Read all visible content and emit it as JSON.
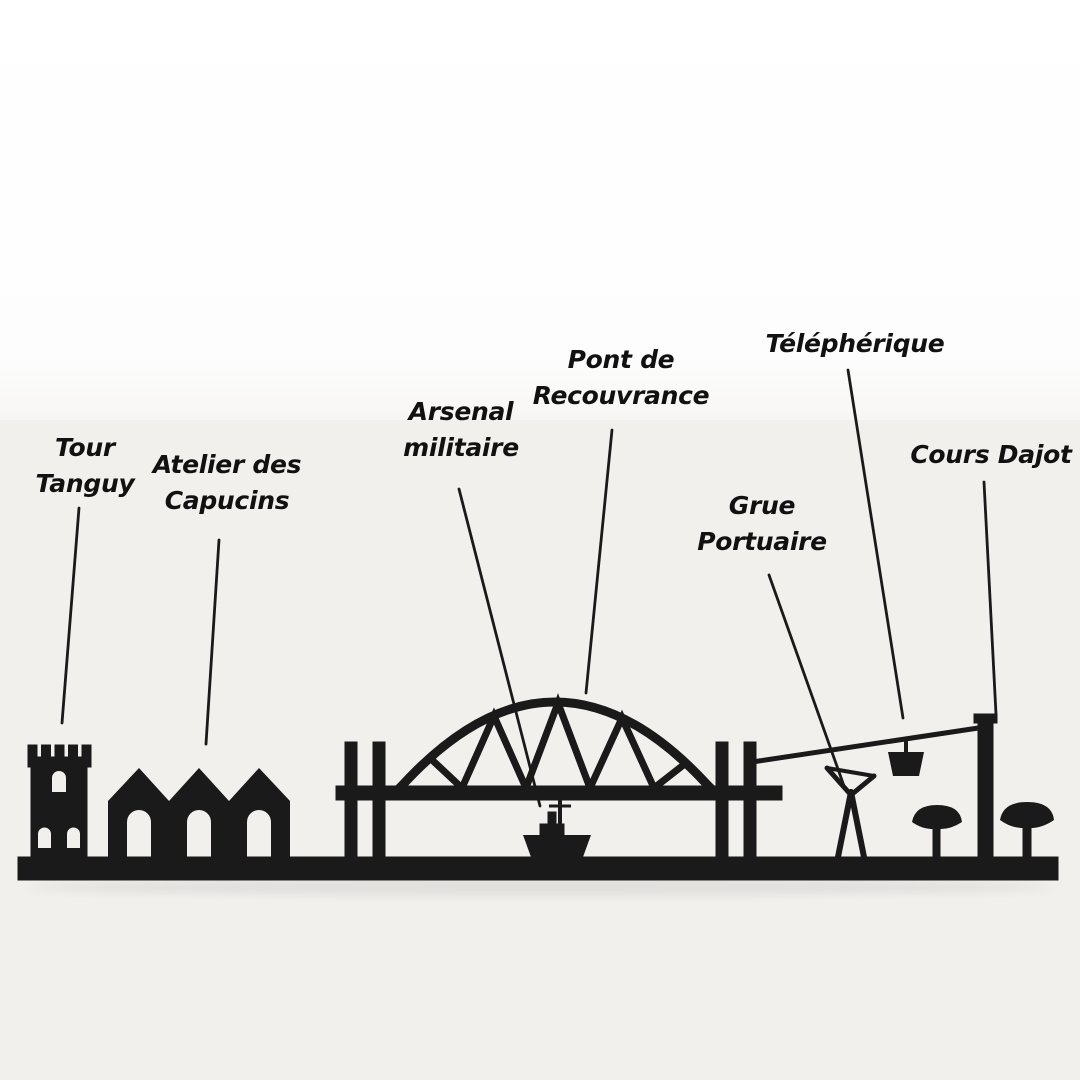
{
  "colors": {
    "silhouette": "#1a1a1a",
    "leader_line": "#1a1a1a",
    "background_top": "#ffffff",
    "background_bottom": "#f2f0ed",
    "label_text": "#111111"
  },
  "labels": {
    "tour_tanguy": {
      "line1": "Tour",
      "line2": "Tanguy"
    },
    "atelier_des_capucins": {
      "line1": "Atelier des",
      "line2": "Capucins"
    },
    "arsenal_militaire": {
      "line1": "Arsenal",
      "line2": "militaire"
    },
    "pont_de_recouvrance": {
      "line1": "Pont de",
      "line2": "Recouvrance"
    },
    "telepherique": {
      "line1": "Téléphérique"
    },
    "grue_portuaire": {
      "line1": "Grue",
      "line2": "Portuaire"
    },
    "cours_dajot": {
      "line1": "Cours Dajot"
    }
  }
}
